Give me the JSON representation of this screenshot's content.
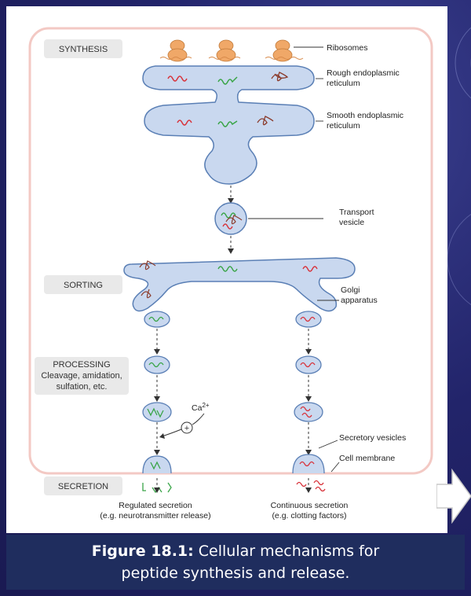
{
  "stages": {
    "synthesis": "SYNTHESIS",
    "sorting": "SORTING",
    "processing": "PROCESSING",
    "processing_sub1": "Cleavage, amidation,",
    "processing_sub2": "sulfation, etc.",
    "secretion": "SECRETION"
  },
  "labels": {
    "ribosomes": "Ribosomes",
    "rough_er_1": "Rough endoplasmic",
    "rough_er_2": "reticulum",
    "smooth_er_1": "Smooth endoplasmic",
    "smooth_er_2": "reticulum",
    "transport_1": "Transport",
    "transport_2": "vesicle",
    "golgi_1": "Golgi",
    "golgi_2": "apparatus",
    "secretory_vesicles": "Secretory vesicles",
    "cell_membrane": "Cell membrane",
    "calcium": "Ca",
    "calcium_sup": "2+",
    "plus": "+",
    "regulated_1": "Regulated secretion",
    "regulated_2": "(e.g. neurotransmitter release)",
    "continuous_1": "Continuous secretion",
    "continuous_2": "(e.g. clotting factors)"
  },
  "caption": {
    "label": "Figure 18.1:",
    "text": " Cellular mechanisms for peptide synthesis and release."
  },
  "colors": {
    "organelle_fill": "#c9d8ef",
    "organelle_stroke": "#5a7fb5",
    "cell_border": "#f3c9c4",
    "peptide_red": "#d8343c",
    "peptide_green": "#3aa548",
    "ribosome": "#f0a868",
    "caption_bg": "#1f2d5e"
  }
}
